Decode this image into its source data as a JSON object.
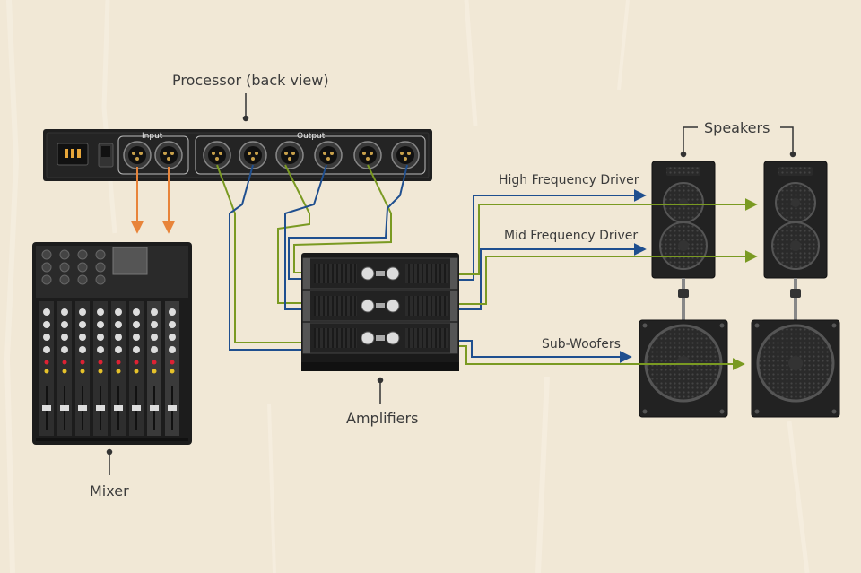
{
  "labels": {
    "processor": "Processor (back view)",
    "input": "Input",
    "output": "Output",
    "speakers": "Speakers",
    "hf_driver": "High Frequency Driver",
    "mf_driver": "Mid Frequency Driver",
    "subwoofers": "Sub-Woofers",
    "amplifiers": "Amplifiers",
    "mixer": "Mixer"
  },
  "colors": {
    "background": "#f1e8d6",
    "device": "#1f1f1f",
    "cable_blue": "#1f4f8f",
    "cable_green": "#7a9a22",
    "cable_orange": "#e8843a",
    "line": "#333333"
  },
  "counts": {
    "mixer_channels": 8,
    "processor_outputs": 6,
    "processor_inputs": 2,
    "amplifier_units": 3
  }
}
